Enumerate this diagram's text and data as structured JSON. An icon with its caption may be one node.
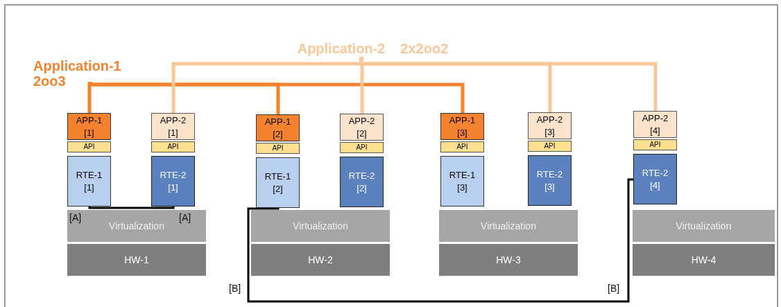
{
  "diagram": {
    "nodes": [
      {
        "text": [
          "Application-2",
          "2x2oo2"
        ]
      },
      {
        "text": [
          "Application-1",
          "2oo3"
        ]
      },
      {
        "text": [
          "APP-1 [1]"
        ]
      },
      {
        "text": [
          "API"
        ]
      },
      {
        "text": [
          "RTE-1 [1]"
        ]
      },
      {
        "text": [
          "APP-2 [1]"
        ]
      },
      {
        "text": [
          "API"
        ]
      },
      {
        "text": [
          "RTE-2 [1]"
        ]
      },
      {
        "text": [
          "APP-1 [2]"
        ]
      },
      {
        "text": [
          "API"
        ]
      },
      {
        "text": [
          "RTE-1 [2]"
        ]
      },
      {
        "text": [
          "APP-2 [2]"
        ]
      },
      {
        "text": [
          "API"
        ]
      },
      {
        "text": [
          "RTE-2 [2]"
        ]
      },
      {
        "text": [
          "APP-1 [3]"
        ]
      },
      {
        "text": [
          "API"
        ]
      },
      {
        "text": [
          "RTE-1 [3]"
        ]
      },
      {
        "text": [
          "APP-2 [3]"
        ]
      },
      {
        "text": [
          "API"
        ]
      },
      {
        "text": [
          "RTE-2 [3]"
        ]
      },
      {
        "text": [
          "APP-2 [4]"
        ]
      },
      {
        "text": [
          "API"
        ]
      },
      {
        "text": [
          "RTE-2 [4]"
        ]
      },
      {
        "text": [
          "Virtualization"
        ]
      },
      {
        "text": [
          "HW-1"
        ]
      },
      {
        "text": [
          "Virtualization"
        ]
      },
      {
        "text": [
          "HW-2"
        ]
      },
      {
        "text": [
          "Virtualization"
        ]
      },
      {
        "text": [
          "HW-3"
        ]
      },
      {
        "text": [
          "Virtualization"
        ]
      },
      {
        "text": [
          "HW-4"
        ]
      }
    ],
    "edges": [
      {
        "from": 1,
        "to": 2,
        "arrow": "none",
        "color": "#f5822f"
      },
      {
        "from": 1,
        "to": 8,
        "arrow": "none",
        "color": "#f5822f"
      },
      {
        "from": 1,
        "to": 14,
        "arrow": "none",
        "color": "#f5822f"
      },
      {
        "from": 0,
        "to": 5,
        "arrow": "none",
        "color": "#fac898"
      },
      {
        "from": 0,
        "to": 11,
        "arrow": "none",
        "color": "#fac898"
      },
      {
        "from": 0,
        "to": 17,
        "arrow": "none",
        "color": "#fac898"
      },
      {
        "from": 0,
        "to": 20,
        "arrow": "none",
        "color": "#fac898"
      },
      {
        "from": 4,
        "to": 7,
        "arrow": "none",
        "color": "#000000"
      },
      {
        "from": 10,
        "to": 22,
        "arrow": "none",
        "color": "#000000"
      }
    ],
    "labels": [
      "[A]",
      "[A]",
      "[B]",
      "[B]"
    ]
  }
}
